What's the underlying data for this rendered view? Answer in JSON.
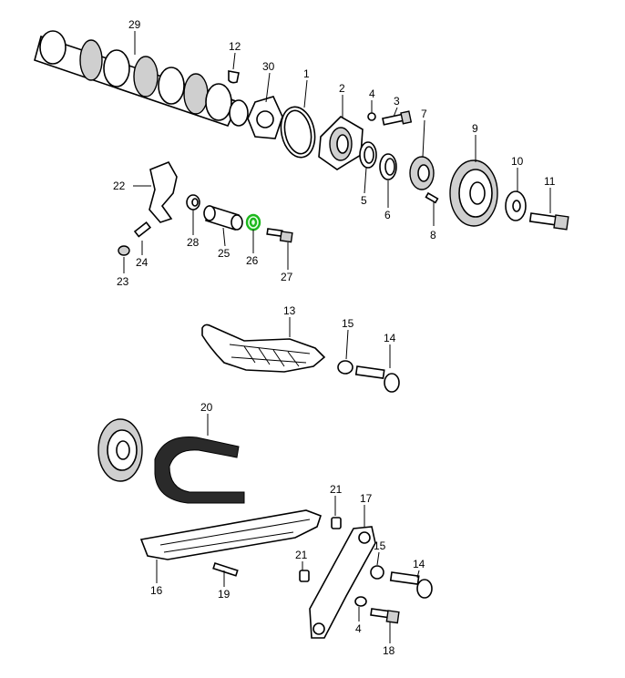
{
  "callouts": {
    "c29": "29",
    "c12": "12",
    "c30": "30",
    "c1": "1",
    "c2": "2",
    "c4a": "4",
    "c3": "3",
    "c7": "7",
    "c9": "9",
    "c10": "10",
    "c11": "11",
    "c5": "5",
    "c6": "6",
    "c8": "8",
    "c22": "22",
    "c28": "28",
    "c25": "25",
    "c26": "26",
    "c27": "27",
    "c24": "24",
    "c23": "23",
    "c13": "13",
    "c15a": "15",
    "c14a": "14",
    "c20": "20",
    "c21a": "21",
    "c17": "17",
    "c15b": "15",
    "c14b": "14",
    "c21b": "21",
    "c16": "16",
    "c19": "19",
    "c4b": "4",
    "c18": "18"
  },
  "highlight": {
    "part": "26",
    "color": "#1db81d"
  }
}
